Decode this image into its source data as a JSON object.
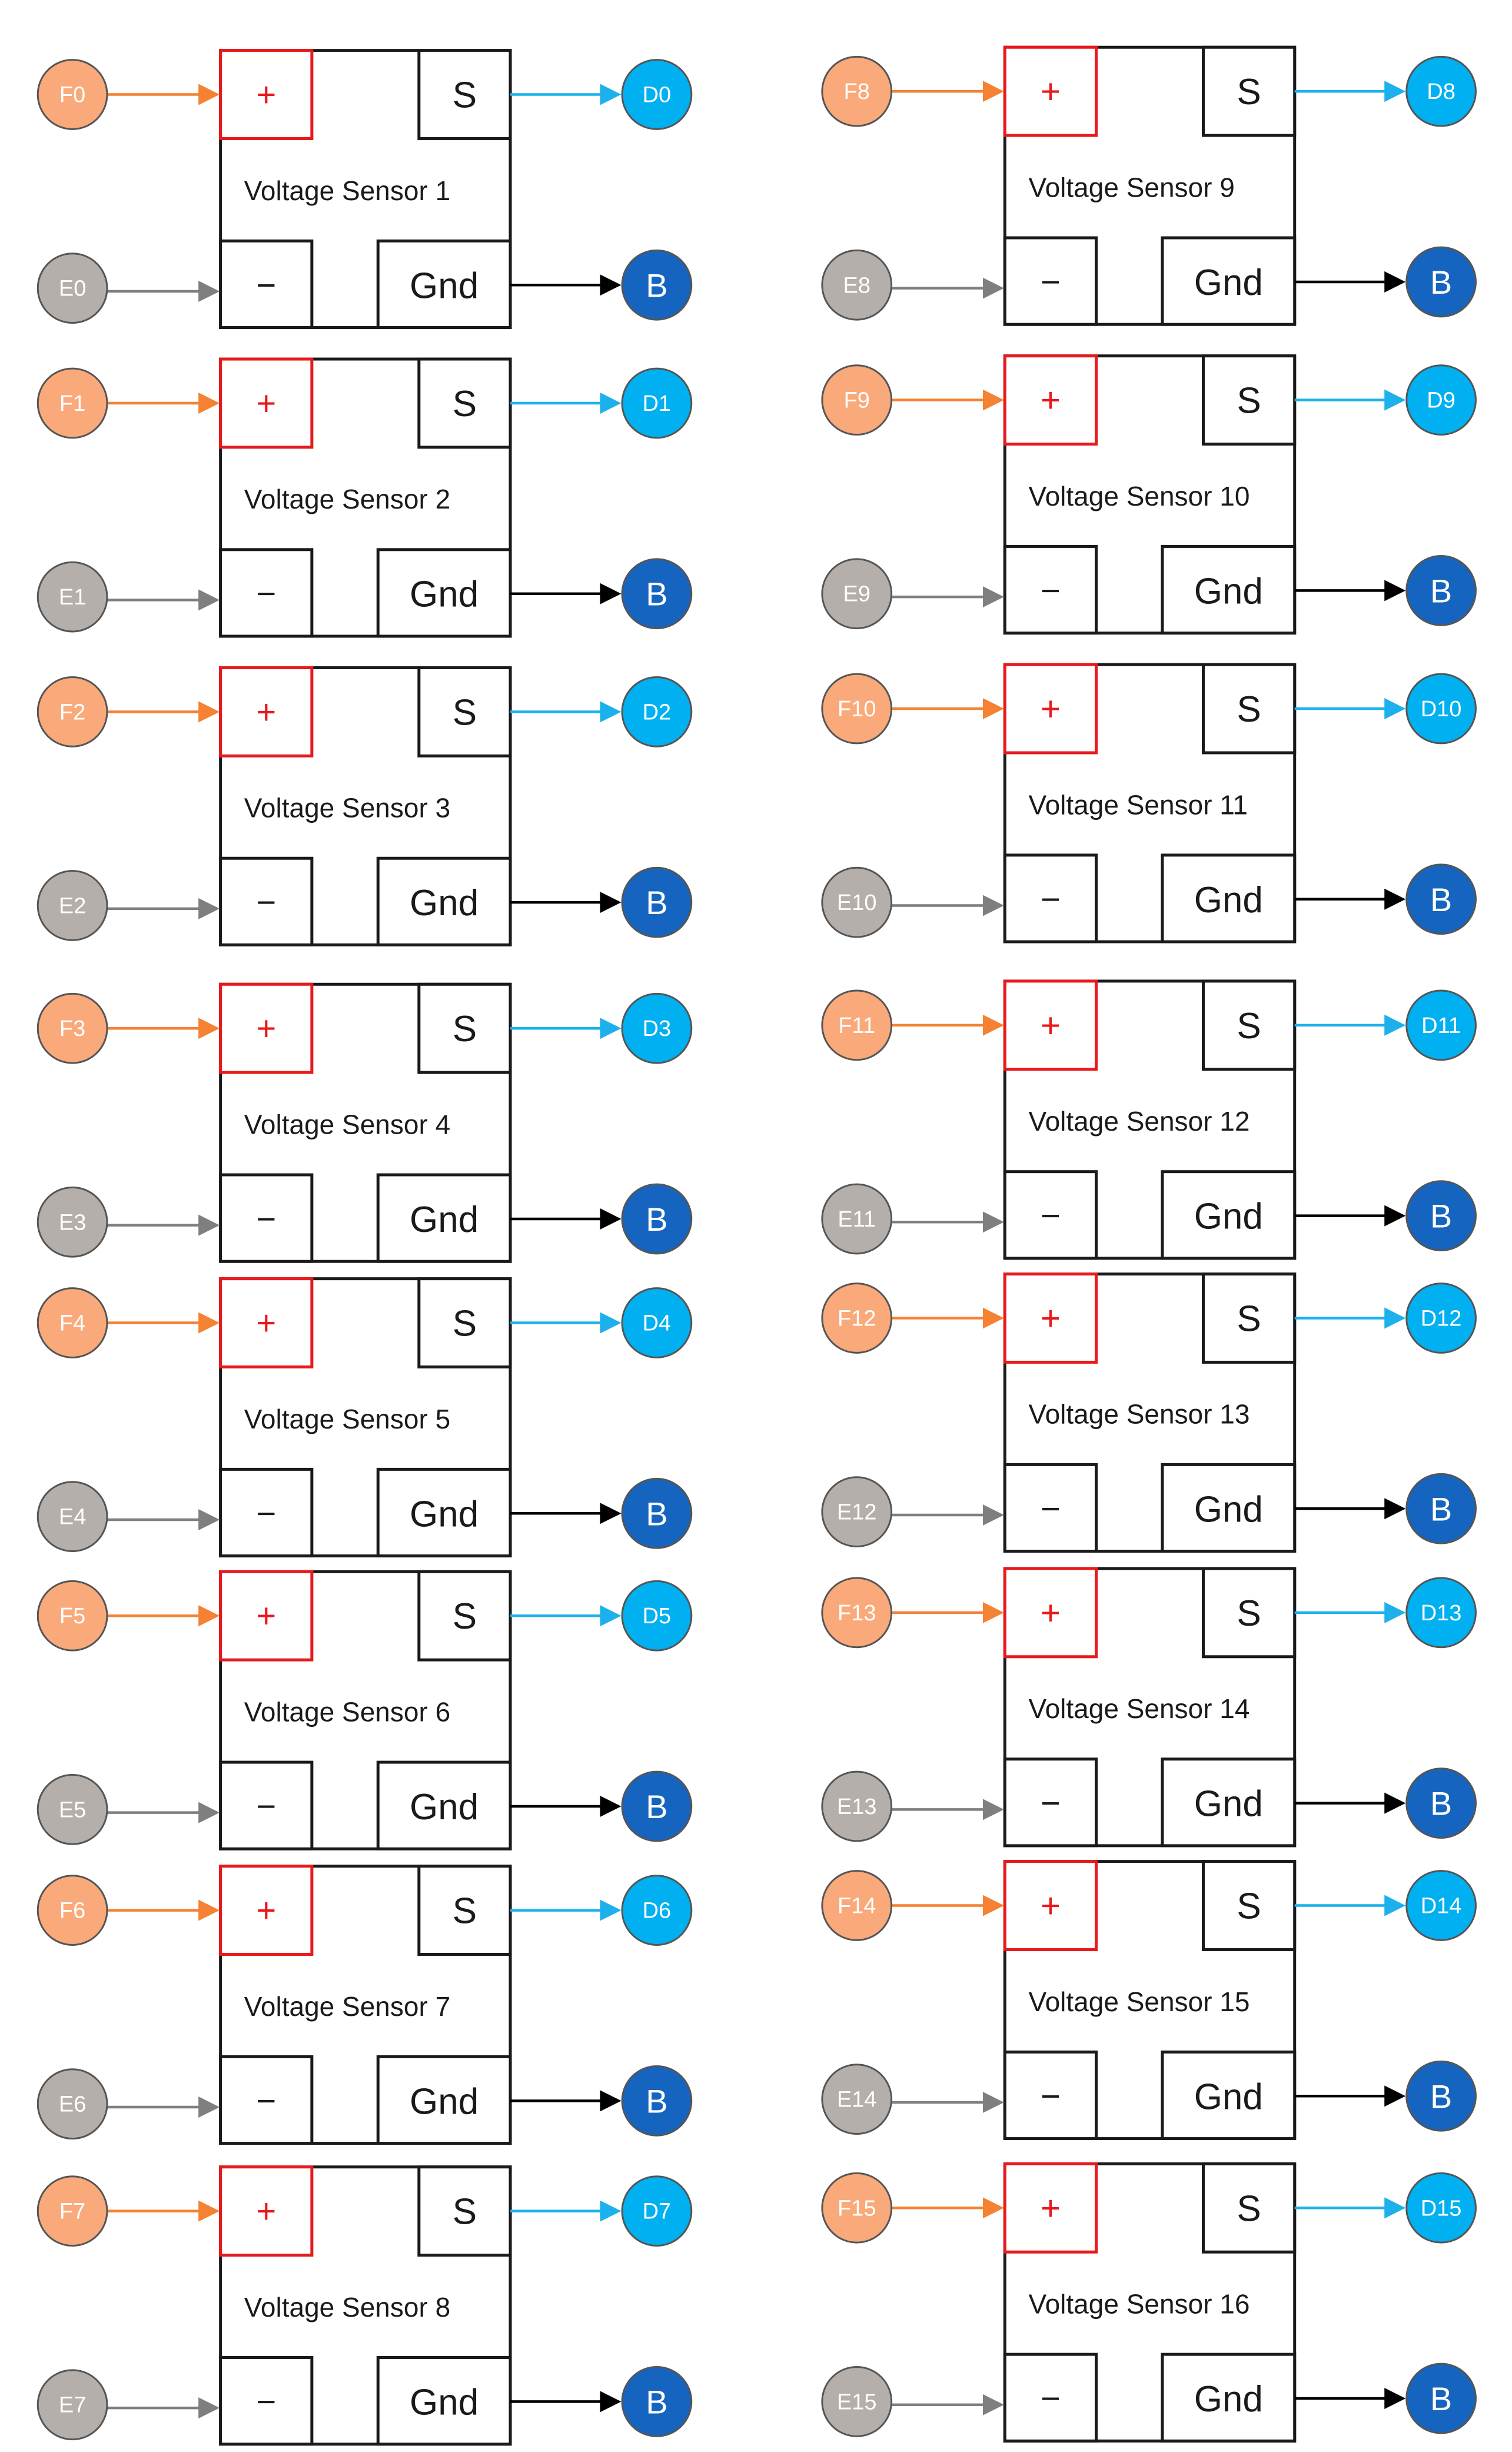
{
  "colors": {
    "input_node": "#f9a97a",
    "input_wire": "#f58232",
    "neg_node": "#b4afab",
    "neg_wire": "#7f7f7f",
    "signal_node": "#00b0f0",
    "signal_wire": "#1cb1ec",
    "bus_node": "#1565c0",
    "gnd_wire": "#000000",
    "plus_box": "#e8191c",
    "frame": "#1a1a1a"
  },
  "pin_labels": {
    "plus": "+",
    "minus": "−",
    "signal": "S",
    "ground": "Gnd"
  },
  "bus_label": "B",
  "sensors": [
    {
      "name": "Voltage Sensor 1",
      "input": "F0",
      "neg": "E0",
      "out": "D0"
    },
    {
      "name": "Voltage Sensor 2",
      "input": "F1",
      "neg": "E1",
      "out": "D1"
    },
    {
      "name": "Voltage Sensor 3",
      "input": "F2",
      "neg": "E2",
      "out": "D2"
    },
    {
      "name": "Voltage Sensor 4",
      "input": "F3",
      "neg": "E3",
      "out": "D3"
    },
    {
      "name": "Voltage Sensor 5",
      "input": "F4",
      "neg": "E4",
      "out": "D4"
    },
    {
      "name": "Voltage Sensor 6",
      "input": "F5",
      "neg": "E5",
      "out": "D5"
    },
    {
      "name": "Voltage Sensor 7",
      "input": "F6",
      "neg": "E6",
      "out": "D6"
    },
    {
      "name": "Voltage Sensor 8",
      "input": "F7",
      "neg": "E7",
      "out": "D7"
    },
    {
      "name": "Voltage Sensor 9",
      "input": "F8",
      "neg": "E8",
      "out": "D8"
    },
    {
      "name": "Voltage Sensor 10",
      "input": "F9",
      "neg": "E9",
      "out": "D9"
    },
    {
      "name": "Voltage Sensor 11",
      "input": "F10",
      "neg": "E10",
      "out": "D10"
    },
    {
      "name": "Voltage Sensor 12",
      "input": "F11",
      "neg": "E11",
      "out": "D11"
    },
    {
      "name": "Voltage Sensor 13",
      "input": "F12",
      "neg": "E12",
      "out": "D12"
    },
    {
      "name": "Voltage Sensor 14",
      "input": "F13",
      "neg": "E13",
      "out": "D13"
    },
    {
      "name": "Voltage Sensor 15",
      "input": "F14",
      "neg": "E14",
      "out": "D14"
    },
    {
      "name": "Voltage Sensor 16",
      "input": "F15",
      "neg": "E15",
      "out": "D15"
    }
  ]
}
